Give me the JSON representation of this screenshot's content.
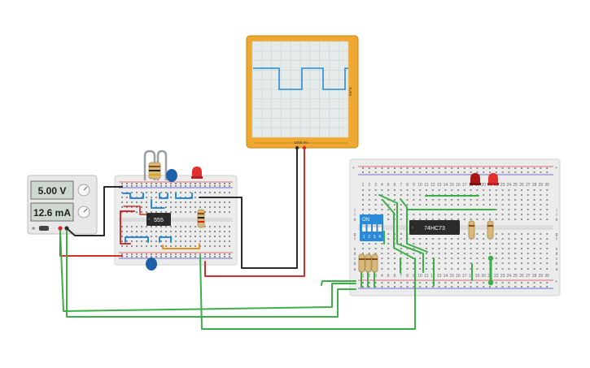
{
  "power_supply": {
    "voltage": "5.00 V",
    "current": "12.6 mA"
  },
  "oscilloscope": {
    "time_div": "1000 ms",
    "volt_div": "5V/ 0"
  },
  "chips": {
    "timer": "555",
    "counter": "74HC73"
  },
  "dip_switch": {
    "on_label": "ON",
    "positions": [
      "1",
      "2",
      "3",
      "4"
    ]
  },
  "breadboard_columns": [
    "1",
    "2",
    "3",
    "4",
    "5",
    "6",
    "7",
    "8",
    "9",
    "10",
    "11",
    "12",
    "13",
    "14",
    "15",
    "16",
    "17",
    "18",
    "19",
    "20",
    "21",
    "22",
    "23",
    "24",
    "25",
    "26",
    "27",
    "28",
    "29",
    "30"
  ],
  "breadboard_rows": [
    "a",
    "b",
    "c",
    "d",
    "e",
    "f",
    "g",
    "h",
    "i",
    "j"
  ],
  "colors": {
    "wire_red": "#d0302a",
    "wire_black": "#2a2a2a",
    "wire_green": "#3cb048",
    "wire_blue": "#2a8ad8",
    "wire_orange": "#e8921c",
    "scope_frame": "#f0a830",
    "scope_trace": "#2a8ad8",
    "chip_dip_blue": "#2a8ad8",
    "capacitor_blue": "#1e5fa8",
    "led_red": "#e03030"
  }
}
